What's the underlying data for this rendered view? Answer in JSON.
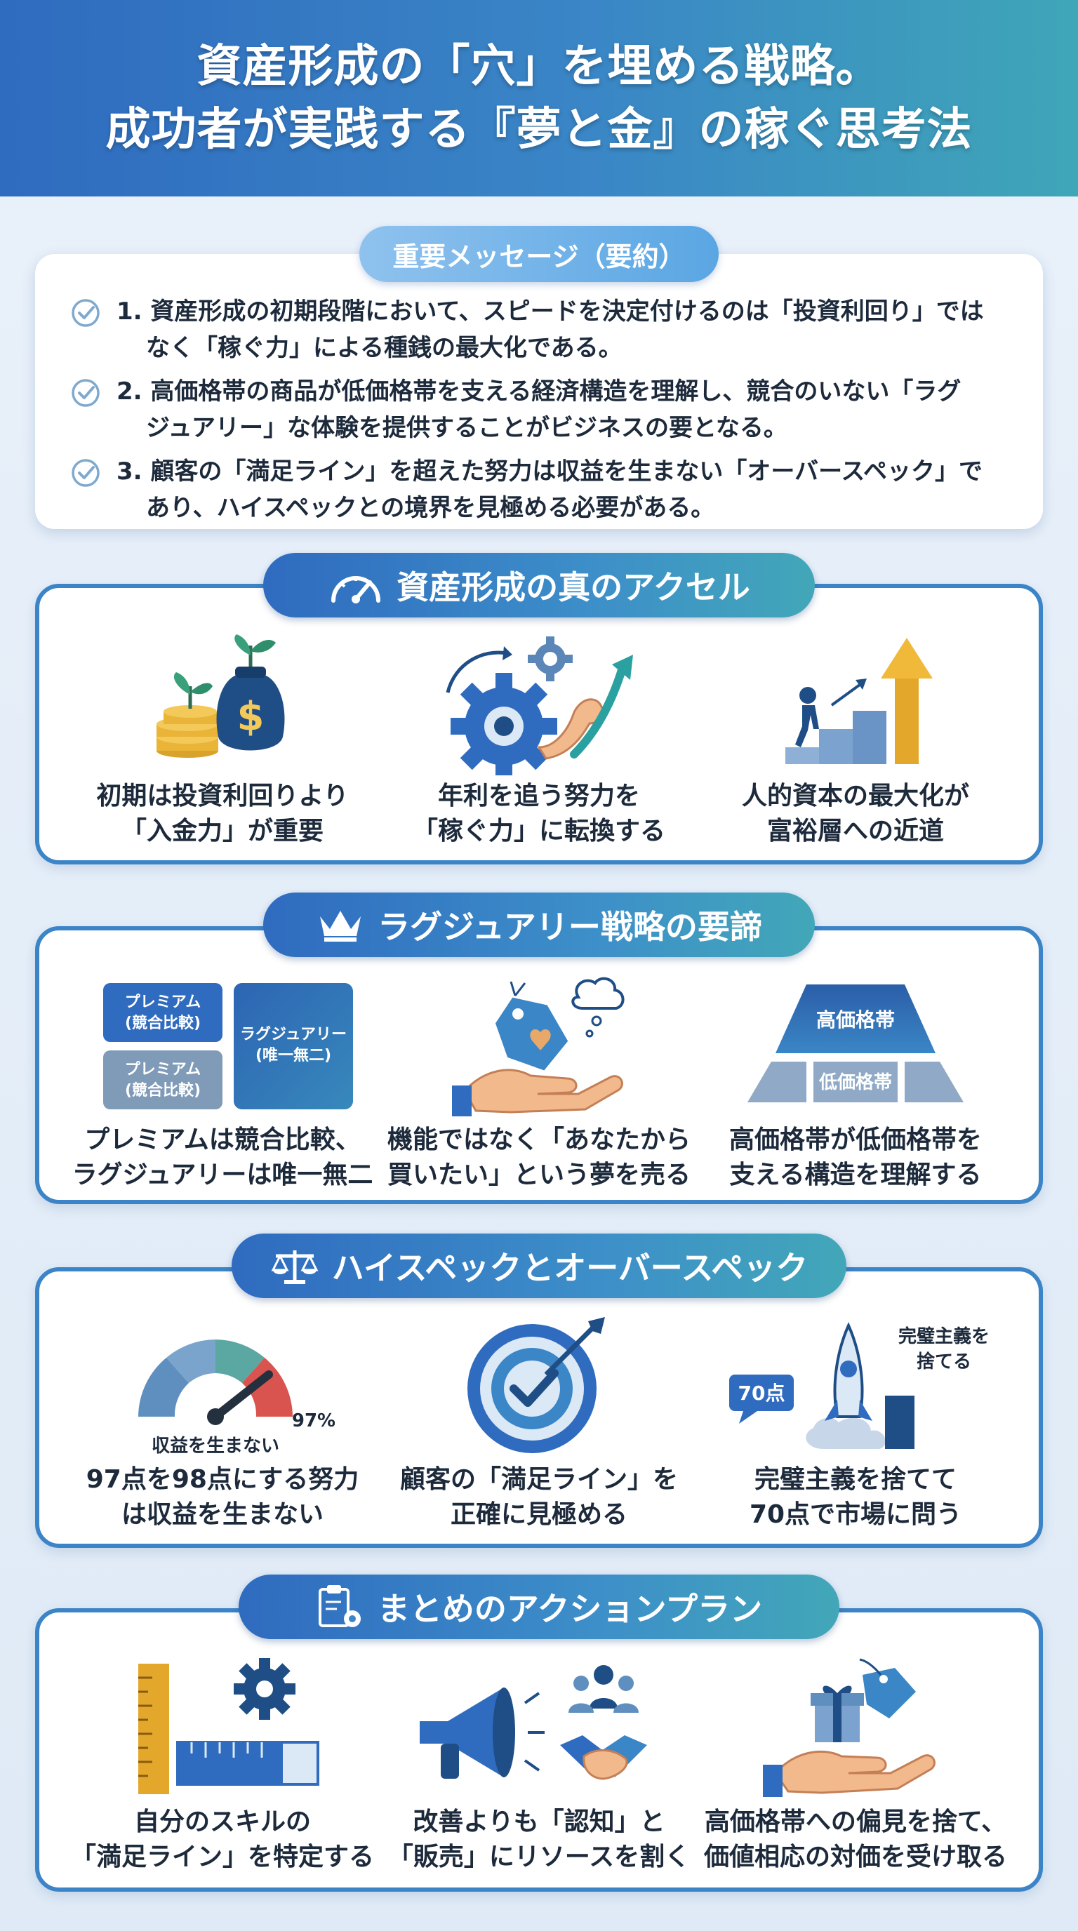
{
  "header": {
    "line1": "資産形成の「穴」を埋める戦略。",
    "line2": "成功者が実践する『夢と金』の稼ぐ思考法"
  },
  "summary": {
    "title": "重要メッセージ（要約）",
    "items": [
      {
        "line1": "1. 資産形成の初期段階において、スピードを決定付けるのは「投資利回り」では",
        "line2": "なく「稼ぐ力」による種銭の最大化である。"
      },
      {
        "line1": "2. 高価格帯の商品が低価格帯を支える経済構造を理解し、競合のいない「ラグ",
        "line2": "ジュアリー」な体験を提供することがビジネスの要となる。"
      },
      {
        "line1": "3. 顧客の「満足ライン」を超えた努力は収益を生まない「オーバースペック」で",
        "line2": "あり、ハイスペックとの境界を見極める必要がある。"
      }
    ]
  },
  "sections": [
    {
      "title": "資産形成の真のアクセル",
      "icon": "speedometer-icon",
      "items": [
        {
          "line1": "初期は投資利回りより",
          "line2": "「入金力」が重要",
          "icon": "money-bag-sprout-icon"
        },
        {
          "line1": "年利を追う努力を",
          "line2": "「稼ぐ力」に転換する",
          "icon": "gear-muscle-arrow-icon"
        },
        {
          "line1": "人的資本の最大化が",
          "line2": "富裕層への近道",
          "icon": "stairs-arrow-icon"
        }
      ]
    },
    {
      "title": "ラグジュアリー戦略の要諦",
      "icon": "crown-icon",
      "items": [
        {
          "line1": "プレミアムは競合比較、",
          "line2": "ラグジュアリーは唯一無二",
          "icon": "comparison-boxes-icon",
          "boxes": {
            "premium_a": "プレミアム",
            "premium_a_sub": "(競合比較)",
            "premium_b": "プレミアム",
            "premium_b_sub": "(競合比較)",
            "luxury": "ラグジュアリー",
            "luxury_sub": "(唯一無二)"
          }
        },
        {
          "line1": "機能ではなく「あなたから",
          "line2": "買いたい」という夢を売る",
          "icon": "hand-tag-heart-icon"
        },
        {
          "line1": "高価格帯が低価格帯を",
          "line2": "支える構造を理解する",
          "icon": "pyramid-icon",
          "pyramid": {
            "top": "高価格帯",
            "bottom": "低価格帯"
          }
        }
      ]
    },
    {
      "title": "ハイスペックとオーバースペック",
      "icon": "balance-scale-icon",
      "items": [
        {
          "line1": "97点を98点にする努力",
          "line2": "は収益を生まない",
          "icon": "gauge-icon",
          "gauge_label": "収益を生まない",
          "gauge_value": "97%"
        },
        {
          "line1": "顧客の「満足ライン」を",
          "line2": "正確に見極める",
          "icon": "target-check-icon"
        },
        {
          "line1": "完璧主義を捨てて",
          "line2": "70点で市場に問う",
          "icon": "rocket-icon",
          "badge": "70点",
          "note_line1": "完璧主義を",
          "note_line2": "捨てる"
        }
      ]
    },
    {
      "title": "まとめのアクションプラン",
      "icon": "clipboard-gear-icon",
      "items": [
        {
          "line1": "自分のスキルの",
          "line2": "「満足ライン」を特定する",
          "icon": "ruler-gear-icon"
        },
        {
          "line1": "改善よりも「認知」と",
          "line2": "「販売」にリソースを割く",
          "icon": "megaphone-handshake-icon"
        },
        {
          "line1": "高価格帯への偏見を捨て、",
          "line2": "価値相応の対価を受け取る",
          "icon": "hand-gift-tag-icon"
        }
      ]
    }
  ],
  "colors": {
    "primary": "#2f6bbf",
    "teal": "#42a7b8",
    "navy": "#1f4e86",
    "gold": "#e3a82b",
    "red": "#d9534f"
  }
}
